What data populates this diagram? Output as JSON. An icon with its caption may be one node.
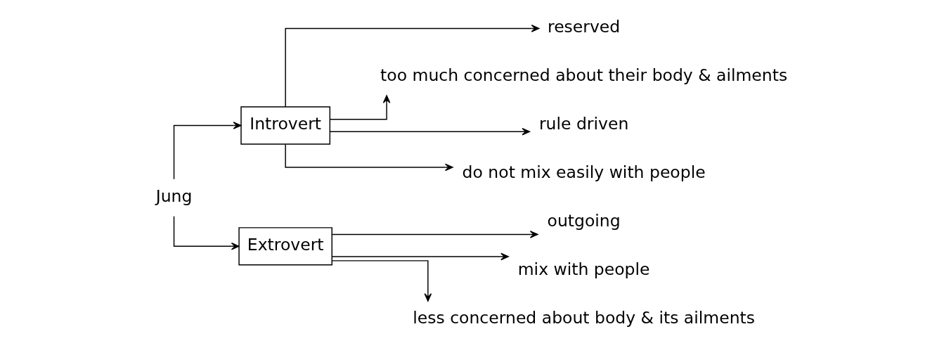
{
  "diagram": {
    "nodes": [
      {
        "text": [
          "Jung"
        ]
      },
      {
        "text": [
          "Introvert"
        ]
      },
      {
        "text": [
          "Extrovert"
        ]
      },
      {
        "text": [
          "reserved"
        ]
      },
      {
        "text": [
          "too much concerned about their body & ailments"
        ]
      },
      {
        "text": [
          "rule driven"
        ]
      },
      {
        "text": [
          "do not mix easily with people"
        ]
      },
      {
        "text": [
          "outgoing"
        ]
      },
      {
        "text": [
          "mix with people"
        ]
      },
      {
        "text": [
          "less concerned about body & its ailments"
        ]
      }
    ],
    "edges": [
      {
        "from": 0,
        "to": 1,
        "arrow": "to"
      },
      {
        "from": 0,
        "to": 2,
        "arrow": "to"
      },
      {
        "from": 1,
        "to": 3,
        "arrow": "to"
      },
      {
        "from": 1,
        "to": 4,
        "arrow": "to"
      },
      {
        "from": 1,
        "to": 5,
        "arrow": "to"
      },
      {
        "from": 1,
        "to": 6,
        "arrow": "to"
      },
      {
        "from": 2,
        "to": 7,
        "arrow": "to"
      },
      {
        "from": 2,
        "to": 8,
        "arrow": "to"
      },
      {
        "from": 2,
        "to": 9,
        "arrow": "to"
      }
    ]
  }
}
